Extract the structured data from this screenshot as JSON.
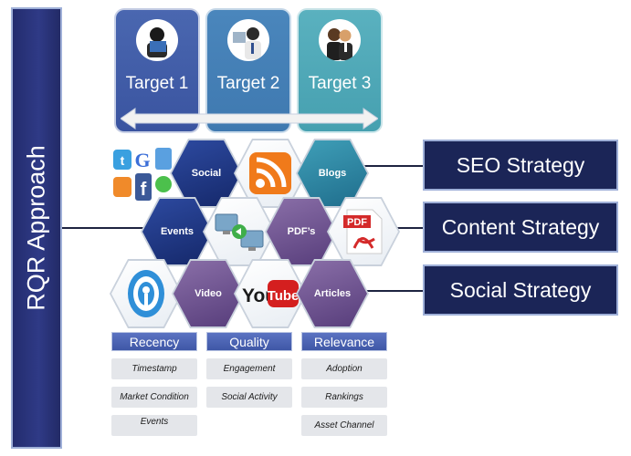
{
  "left_bar": {
    "title": "RQR Approach"
  },
  "targets": [
    {
      "label": "Target 1"
    },
    {
      "label": "Target 2"
    },
    {
      "label": "Target 3"
    }
  ],
  "hexagons": {
    "social": "Social",
    "blogs": "Blogs",
    "events": "Events",
    "pdfs": "PDF’s",
    "video": "Video",
    "articles": "Articles"
  },
  "strategies": [
    {
      "label": "SEO Strategy"
    },
    {
      "label": "Content Strategy"
    },
    {
      "label": "Social Strategy"
    }
  ],
  "columns": [
    {
      "header": "Recency",
      "items": [
        "Timestamp",
        "Market Condition",
        "Events"
      ]
    },
    {
      "header": "Quality",
      "items": [
        "Engagement",
        "Social Activity"
      ]
    },
    {
      "header": "Relevance",
      "items": [
        "Adoption",
        "Rankings",
        "Asset Channel"
      ]
    }
  ],
  "icons": {
    "top_left": "social-logos-icon",
    "rss": "rss-icon",
    "network": "network-computers-icon",
    "pdf": "pdf-icon",
    "podcast": "podcast-icon",
    "youtube": "youtube-icon"
  },
  "logo_texts": {
    "pdf": "PDF",
    "youtube_you": "You",
    "youtube_tube": "Tube"
  }
}
